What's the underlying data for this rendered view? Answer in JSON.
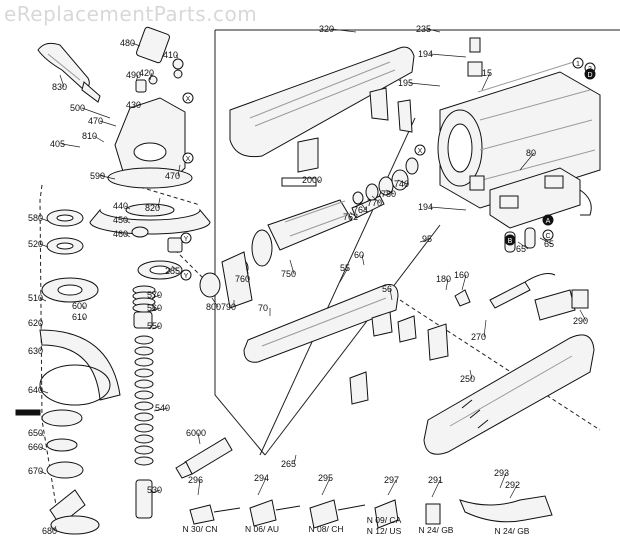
{
  "watermark": "eReplacementParts.com",
  "colors": {
    "ink": "#111111",
    "leader": "#222222",
    "part_fill": "#f4f4f4",
    "shade": "#9a9a9a",
    "watermark": "#d8d8d8"
  },
  "callouts": {
    "c235": "235",
    "c194a": "194",
    "c195": "195",
    "c15": "15",
    "c80": "80",
    "c194b": "194",
    "c320": "320",
    "c480": "480",
    "c410": "410",
    "c490": "490",
    "c420": "420",
    "c430": "430",
    "c830": "830",
    "c500": "500",
    "c470a": "470",
    "c810": "810",
    "c405": "405",
    "c590": "590",
    "c470b": "470",
    "c440": "440",
    "c450": "450",
    "c460": "460",
    "c820": "820",
    "c580": "580",
    "c520": "520",
    "c510": "510",
    "c600": "600",
    "c610": "610",
    "c620": "620",
    "c630": "630",
    "c640": "640",
    "c650": "650",
    "c660": "660",
    "c670": "670",
    "c680": "680",
    "c285": "285",
    "c570": "570",
    "c560": "560",
    "c550": "550",
    "c540": "540",
    "c530": "530",
    "c6000": "6000",
    "c2000": "2000",
    "c740": "740",
    "c780": "780",
    "c770": "770",
    "c764": "764",
    "c762": "762",
    "c95": "95",
    "c750": "750",
    "c760": "760",
    "c800": "800",
    "c790": "790",
    "c60": "60",
    "c55": "55",
    "c56": "56",
    "c70": "70",
    "c180": "180",
    "c160": "160",
    "c270": "270",
    "c290": "290",
    "c250": "250",
    "c265": "265",
    "c65a": "65",
    "c65b": "65",
    "c296": "296",
    "c294": "294",
    "c295": "295",
    "c297": "297",
    "c291": "291",
    "c293": "293",
    "c292": "292"
  },
  "markers": {
    "m1": "1",
    "m2": "2",
    "mA": "A",
    "mB": "B",
    "mC": "C",
    "mD": "D",
    "mX": "X",
    "mY": "Y"
  },
  "plug_labels": [
    "N 30/ CN",
    "N 06/ AU",
    "N 08/ CH",
    "N 09/ CA",
    "N 12/ US",
    "N 24/ GB",
    "N 24/ GB"
  ]
}
